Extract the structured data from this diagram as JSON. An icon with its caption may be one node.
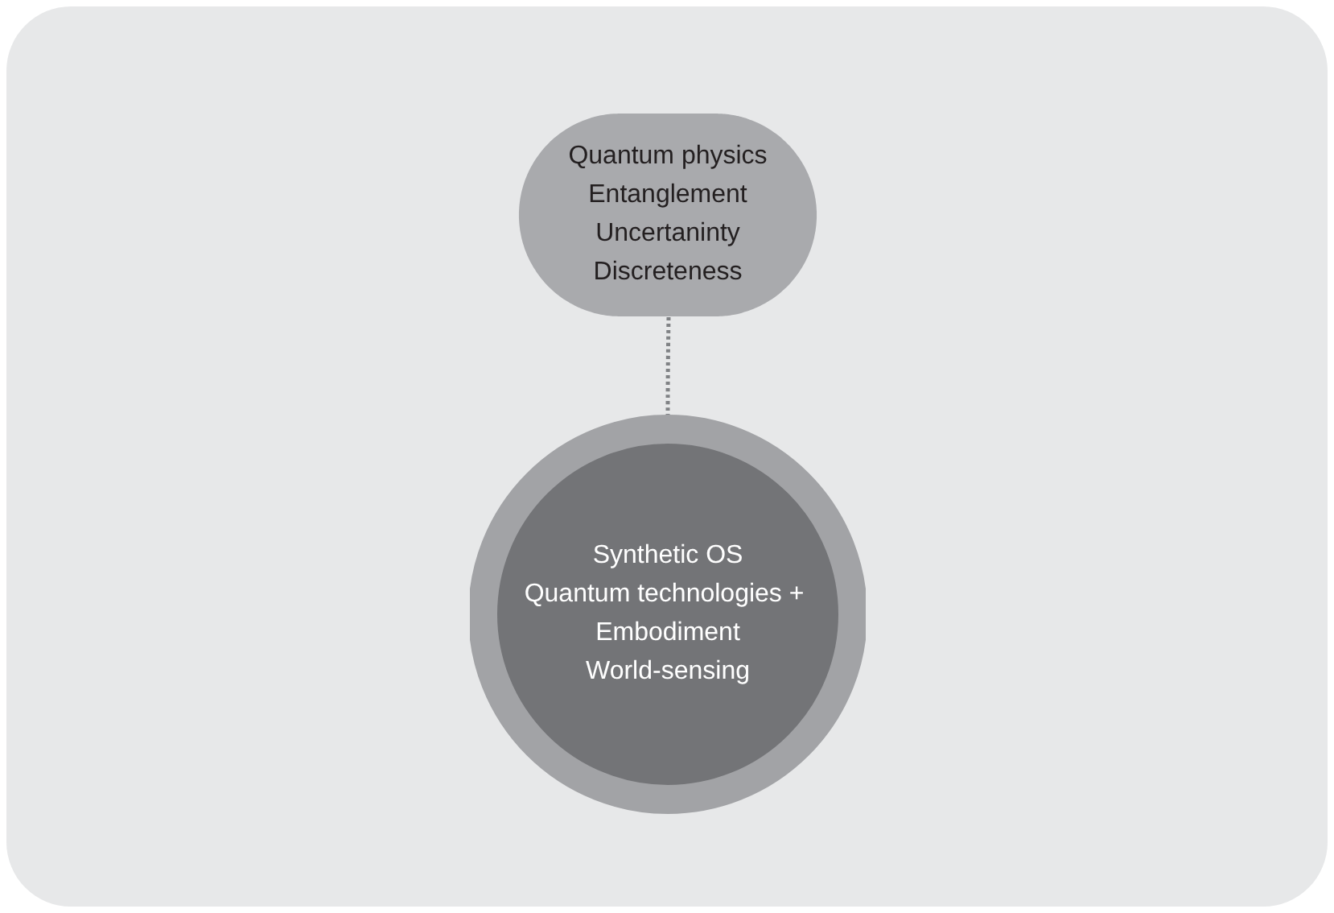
{
  "diagram": {
    "nodes": [
      {
        "text": [
          "Quantum physics",
          "Entanglement",
          "Uncertaninty",
          "Discreteness"
        ]
      },
      {
        "text": [
          "Synthetic OS",
          "Quantum technologies + Embodiment",
          "World-sensing"
        ]
      }
    ],
    "edges": [
      {
        "from": 0,
        "to": 1,
        "arrow": "none",
        "style": "dashed"
      }
    ]
  }
}
